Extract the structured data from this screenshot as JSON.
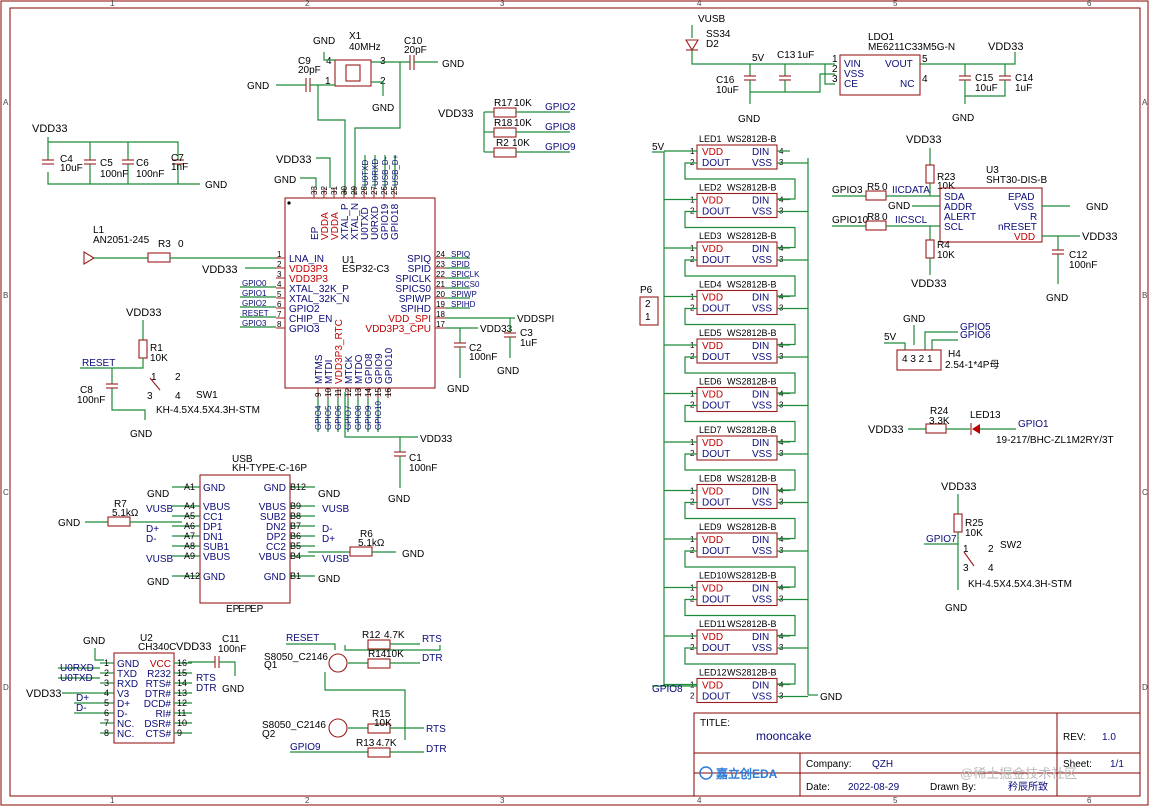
{
  "title_block": {
    "title_label": "TITLE:",
    "title": "mooncake",
    "company_label": "Company:",
    "company": "QZH",
    "date_label": "Date:",
    "date": "2022-08-29",
    "drawn_label": "Drawn By:",
    "drawn_by": "矜辰所致",
    "rev_label": "REV:",
    "rev": "1.0",
    "sheet_label": "Sheet:",
    "sheet": "1/1",
    "logo_text": "嘉立创EDA",
    "watermark": "@稀土掘金技术社区"
  },
  "grid": {
    "cols": [
      "1",
      "2",
      "3",
      "4",
      "5",
      "6"
    ],
    "rows": [
      "A",
      "B",
      "C",
      "D"
    ]
  },
  "nets": {
    "gnd": "GND",
    "vdd33": "VDD33",
    "vusb": "VUSB",
    "v5": "5V",
    "vddspi": "VDDSPI",
    "reset": "RESET",
    "u0rxd": "U0RXD",
    "u0txd": "U0TXD",
    "dplus": "D+",
    "dminus": "D-",
    "rts": "RTS",
    "dtr": "DTR"
  },
  "components": {
    "x1": {
      "ref": "X1",
      "val": "40MHz"
    },
    "c9": {
      "ref": "C9",
      "val": "20pF"
    },
    "c10": {
      "ref": "C10",
      "val": "20pF"
    },
    "c4": {
      "ref": "C4",
      "val": "10uF"
    },
    "c5": {
      "ref": "C5",
      "val": "100nF"
    },
    "c6": {
      "ref": "C6",
      "val": "100nF"
    },
    "c7": {
      "ref": "C7",
      "val": "1nF"
    },
    "l1": {
      "ref": "L1",
      "val": "AN2051-245"
    },
    "r3": {
      "ref": "R3",
      "val": "0"
    },
    "u1": {
      "ref": "U1",
      "val": "ESP32-C3"
    },
    "r1": {
      "ref": "R1",
      "val": "10K"
    },
    "c8": {
      "ref": "C8",
      "val": "100nF"
    },
    "sw1": {
      "ref": "SW1",
      "val": "KH-4.5X4.5X4.3H-STM"
    },
    "c2": {
      "ref": "C2",
      "val": "100nF"
    },
    "c3": {
      "ref": "C3",
      "val": "1uF"
    },
    "c1": {
      "ref": "C1",
      "val": "100nF"
    },
    "r17": {
      "ref": "R17",
      "val": "10K"
    },
    "r18": {
      "ref": "R18",
      "val": "10K"
    },
    "r2": {
      "ref": "R2",
      "val": "10K"
    },
    "d2": {
      "ref": "D2",
      "val": "SS34"
    },
    "c13": {
      "ref": "C13",
      "val": "1uF"
    },
    "c16": {
      "ref": "C16",
      "val": "10uF"
    },
    "ldo1": {
      "ref": "LDO1",
      "val": "ME6211C33M5G-N"
    },
    "c15": {
      "ref": "C15",
      "val": "10uF"
    },
    "c14": {
      "ref": "C14",
      "val": "1uF"
    },
    "u3": {
      "ref": "U3",
      "val": "SHT30-DIS-B"
    },
    "r23": {
      "ref": "R23",
      "val": "10K"
    },
    "r5": {
      "ref": "R5",
      "val": "0"
    },
    "r8": {
      "ref": "R8",
      "val": "0"
    },
    "r4": {
      "ref": "R4",
      "val": "10K"
    },
    "c12": {
      "ref": "C12",
      "val": "100nF"
    },
    "p6": {
      "ref": "P6"
    },
    "h4": {
      "ref": "H4",
      "val": "2.54-1*4P母"
    },
    "r24": {
      "ref": "R24",
      "val": "3.3K"
    },
    "led13": {
      "ref": "LED13",
      "val": "19-217/BHC-ZL1M2RY/3T"
    },
    "r25": {
      "ref": "R25",
      "val": "10K"
    },
    "sw2": {
      "ref": "SW2",
      "val": "KH-4.5X4.5X4.3H-STM"
    },
    "usb": {
      "ref": "USB",
      "val": "KH-TYPE-C-16P"
    },
    "r7": {
      "ref": "R7",
      "val": "5.1kΩ"
    },
    "r6": {
      "ref": "R6",
      "val": "5.1kΩ"
    },
    "u2": {
      "ref": "U2",
      "val": "CH340C"
    },
    "c11": {
      "ref": "C11",
      "val": "100nF"
    },
    "q1": {
      "ref": "Q1",
      "val": "S8050_C2146"
    },
    "q2": {
      "ref": "Q2",
      "val": "S8050_C2146"
    },
    "r12": {
      "ref": "R12",
      "val": "4.7K"
    },
    "r14": {
      "ref": "R14",
      "val": "10K"
    },
    "r15": {
      "ref": "R15",
      "val": "10K"
    },
    "r13": {
      "ref": "R13",
      "val": "4.7K"
    }
  },
  "leds": {
    "part": "WS2812B-B",
    "refs": [
      "LED1",
      "LED2",
      "LED3",
      "LED4",
      "LED5",
      "LED6",
      "LED7",
      "LED8",
      "LED9",
      "LED10",
      "LED11",
      "LED12"
    ],
    "pin_vdd": "VDD",
    "pin_dout": "DOUT",
    "pin_din": "DIN",
    "pin_vss": "VSS"
  },
  "u1_pins": {
    "left": [
      "LNA_IN",
      "VDD3P3",
      "VDD3P3",
      "XTAL_32K_P",
      "XTAL_32K_N",
      "GPIO2",
      "CHIP_EN",
      "GPIO3"
    ],
    "right": [
      "SPIQ",
      "SPID",
      "SPICLK",
      "SPICS0",
      "SPIWP",
      "SPIHD",
      "VDD_SPI",
      "VDD3P3_CPU"
    ],
    "top": [
      "EP",
      "VDDA",
      "VDDA",
      "XTAL_P",
      "XTAL_N",
      "U0TXD",
      "U0RXD",
      "GPIO19",
      "GPIO18"
    ],
    "bottom": [
      "MTMS",
      "MTDI",
      "VDD3P3_RTC",
      "MTCK",
      "MTDO",
      "GPIO8",
      "GPIO9",
      "GPIO10"
    ],
    "left_nums": [
      "1",
      "2",
      "3",
      "4",
      "5",
      "6",
      "7",
      "8"
    ],
    "right_nums": [
      "24",
      "23",
      "22",
      "21",
      "20",
      "19",
      "18",
      "17"
    ],
    "top_nums": [
      "33",
      "32",
      "31",
      "30",
      "29",
      "28",
      "27",
      "26",
      "25"
    ],
    "bottom_nums": [
      "9",
      "10",
      "11",
      "12",
      "13",
      "14",
      "15",
      "16"
    ],
    "right_nets": [
      "SPIQ",
      "SPID",
      "SPICLK",
      "SPICS0",
      "SPIWP",
      "SPIHD"
    ],
    "top_nets": [
      "U0TXD",
      "U0RXD",
      "USB_D-",
      "USB_D+"
    ],
    "left_nets": [
      "GPIO0",
      "GPIO1",
      "GPIO2",
      "RESET",
      "GPIO3"
    ],
    "bottom_nets": [
      "GPIO4",
      "GPIO5",
      "GPIO6",
      "GPIO7",
      "GPIO8",
      "GPIO9",
      "GPIO10"
    ]
  },
  "ldo_pins": {
    "vin": "VIN",
    "vss": "VSS",
    "ce": "CE",
    "vout": "VOUT",
    "nc": "NC"
  },
  "u3_pins": {
    "sda": "SDA",
    "addr": "ADDR",
    "alert": "ALERT",
    "scl": "SCL",
    "epad": "EPAD",
    "vss": "VSS",
    "r": "R",
    "nreset": "nRESET",
    "vdd": "VDD"
  },
  "usb_pins": {
    "left_nums": [
      "A1",
      "A4",
      "A5",
      "A6",
      "A7",
      "A8",
      "A9",
      "A12"
    ],
    "left": [
      "GND",
      "VBUS",
      "CC1",
      "DP1",
      "DN1",
      "SUB1",
      "VBUS",
      "GND"
    ],
    "right": [
      "GND",
      "VBUS",
      "SUB2",
      "DN2",
      "DP2",
      "CC2",
      "VBUS",
      "GND"
    ],
    "right_nums": [
      "B12",
      "B9",
      "B8",
      "B7",
      "B6",
      "B5",
      "B4",
      "B1"
    ]
  },
  "u2_pins": {
    "left": [
      "GND",
      "TXD",
      "RXD",
      "V3",
      "D+",
      "D-",
      "NC.",
      "NC."
    ],
    "right": [
      "VCC",
      "R232",
      "RTS#",
      "DTR#",
      "DCD#",
      "RI#",
      "DSR#",
      "CTS#"
    ],
    "left_nums": [
      "1",
      "2",
      "3",
      "4",
      "5",
      "6",
      "7",
      "8"
    ],
    "right_nums": [
      "16",
      "15",
      "14",
      "13",
      "12",
      "11",
      "10",
      "9"
    ]
  },
  "gpio_labels": {
    "gpio0": "GPIO0",
    "gpio1": "GPIO1",
    "gpio2": "GPIO2",
    "gpio3": "GPIO3",
    "gpio5": "GPIO5",
    "gpio6": "GPIO6",
    "gpio7": "GPIO7",
    "gpio8": "GPIO8",
    "gpio9": "GPIO9",
    "gpio10": "GPIO10",
    "gpio1b": "GPIO1"
  },
  "misc": {
    "iicdata": "IICDATA",
    "iicscl": "IICSCL",
    "ep": "EP"
  }
}
